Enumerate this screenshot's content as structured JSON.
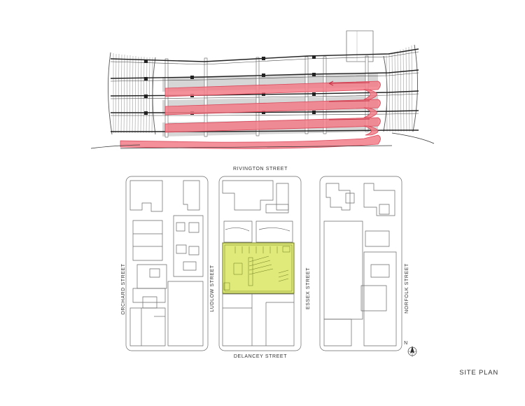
{
  "streets": {
    "north": "RIVINGTON STREET",
    "south": "DELANCEY STREET",
    "west": "ORCHARD STREET",
    "middle_west": "LUDLOW STREET",
    "middle_east": "ESSEX STREET",
    "east": "NORFOLK STREET"
  },
  "north_arrow": {
    "label": "N",
    "icon": "north-arrow-icon"
  },
  "plan_title": "SITE PLAN",
  "colors": {
    "ramp": "#f27c87",
    "ramp_edge": "#d9475a",
    "site_highlight": "#e0ea7a",
    "site_edge": "#6d7a1d",
    "line": "#6a6a6a",
    "dark_line": "#222222"
  }
}
